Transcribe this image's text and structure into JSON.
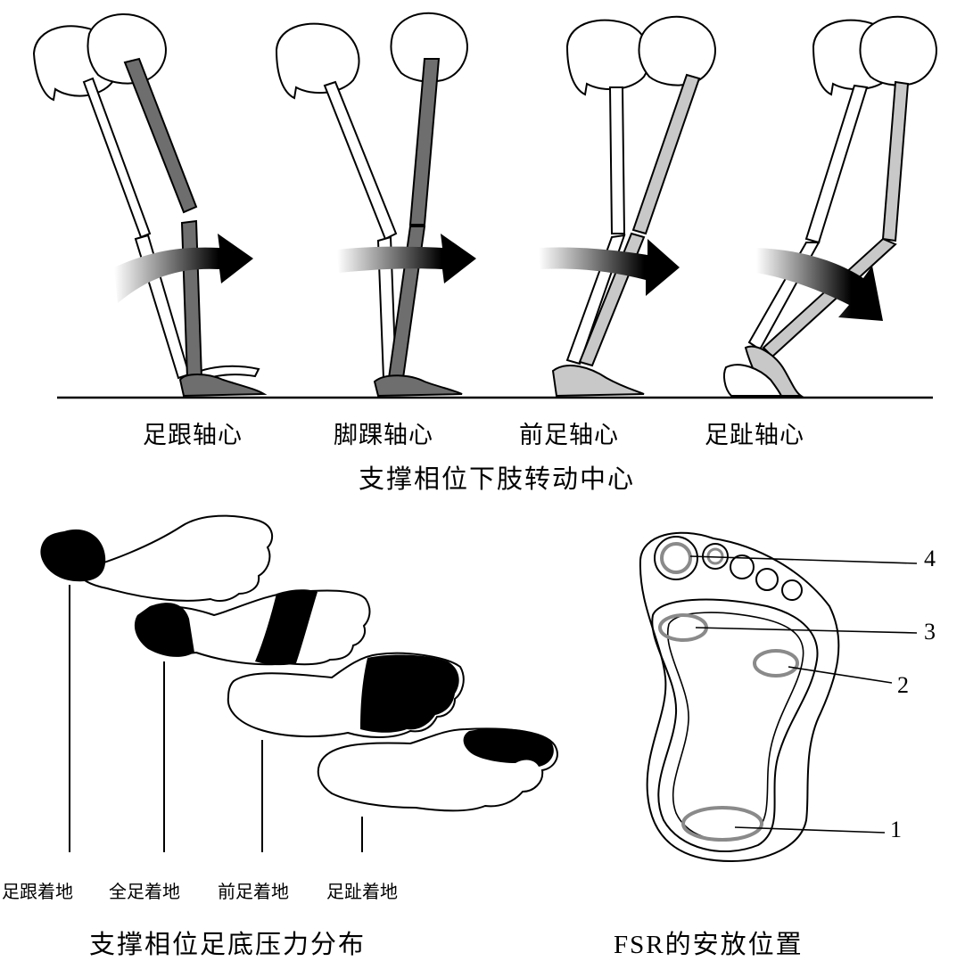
{
  "top_panel": {
    "pivot_labels": [
      "足跟轴心",
      "脚踝轴心",
      "前足轴心",
      "足趾轴心"
    ],
    "caption": "支撑相位下肢转动中心"
  },
  "bottom_left": {
    "contact_labels": [
      "足跟着地",
      "全足着地",
      "前足着地",
      "足趾着地"
    ],
    "caption": "支撑相位足底压力分布"
  },
  "bottom_right": {
    "sensor_numbers": [
      "4",
      "3",
      "2",
      "1"
    ],
    "caption": "FSR的安放位置"
  },
  "colors": {
    "line": "#000000",
    "dark_leg": "#6e6e6e",
    "light_leg": "#c8c8c8",
    "sensor_ring": "#8a8a8a"
  }
}
